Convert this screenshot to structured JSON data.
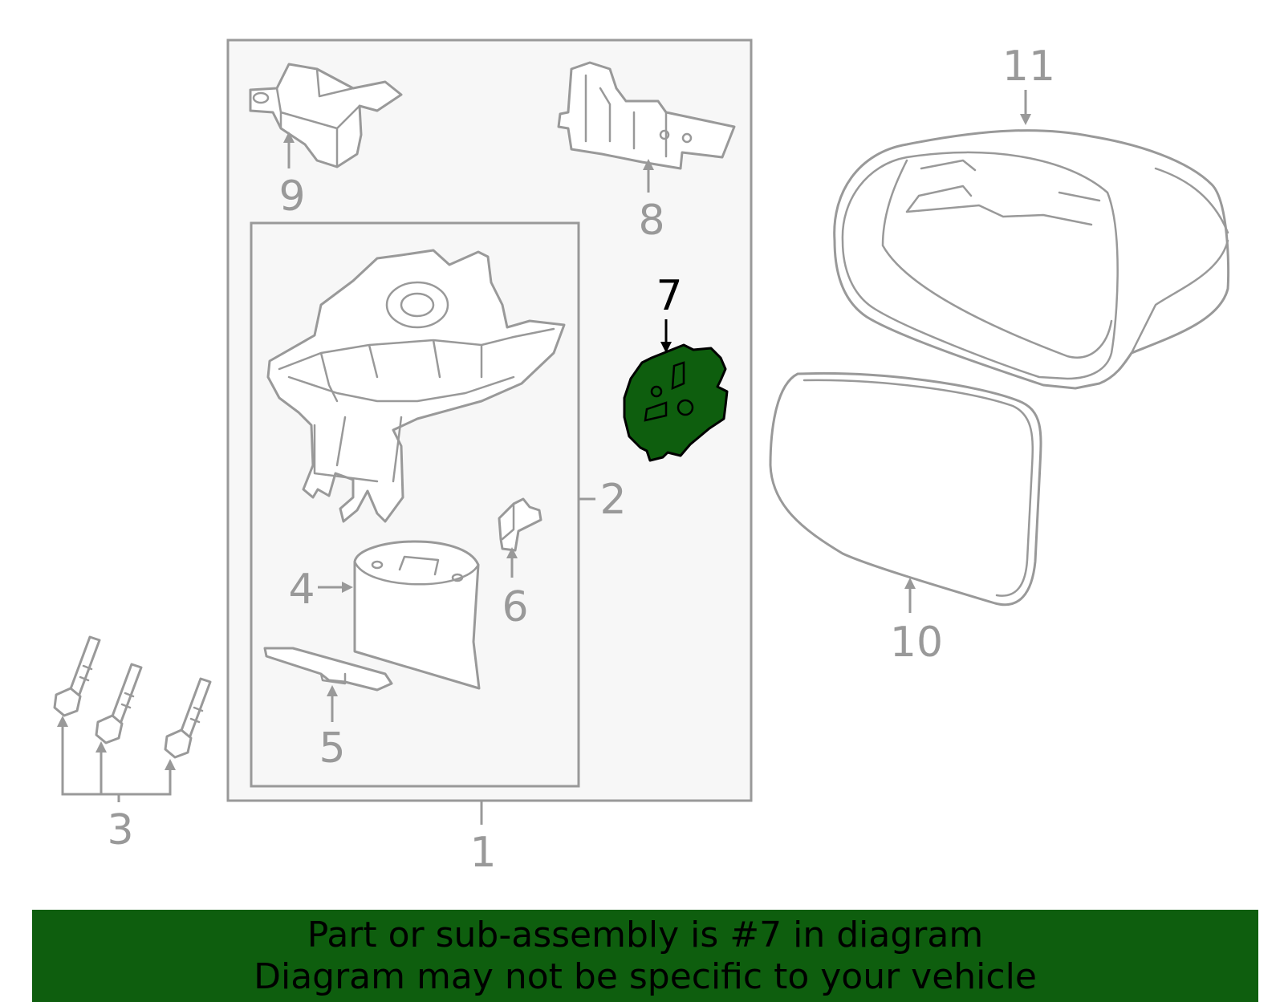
{
  "diagram": {
    "callouts": [
      "1",
      "2",
      "3",
      "4",
      "5",
      "6",
      "7",
      "8",
      "9",
      "10",
      "11"
    ],
    "highlighted_callout": "7",
    "highlight_color": "#0e5e0e",
    "line_color": "#999999"
  },
  "banner": {
    "line1": "Part or sub-assembly is #7 in diagram",
    "line2": "Diagram may not be specific to your vehicle",
    "background": "#0e5e0e"
  }
}
